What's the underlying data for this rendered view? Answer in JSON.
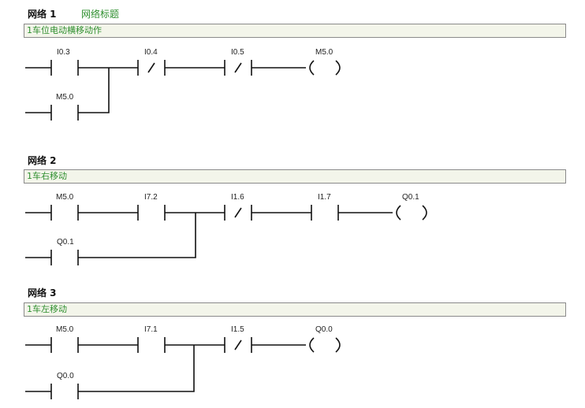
{
  "networks": [
    {
      "label": "网络 1",
      "title": "网络标题",
      "comment": "1车位电动横移动作",
      "row1": {
        "c1": "I0.3",
        "c2": "I0.4",
        "c3": "I0.5",
        "coil": "M5.0"
      },
      "row2": {
        "c1": "M5.0"
      }
    },
    {
      "label": "网络 2",
      "title": "",
      "comment": "1车右移动",
      "row1": {
        "c1": "M5.0",
        "c2": "I7.2",
        "c3": "I1.6",
        "c4": "I1.7",
        "coil": "Q0.1"
      },
      "row2": {
        "c1": "Q0.1"
      }
    },
    {
      "label": "网络 3",
      "title": "",
      "comment": "1车左移动",
      "row1": {
        "c1": "M5.0",
        "c2": "I7.1",
        "c3": "I1.5",
        "coil": "Q0.0"
      },
      "row2": {
        "c1": "Q0.0"
      }
    }
  ]
}
